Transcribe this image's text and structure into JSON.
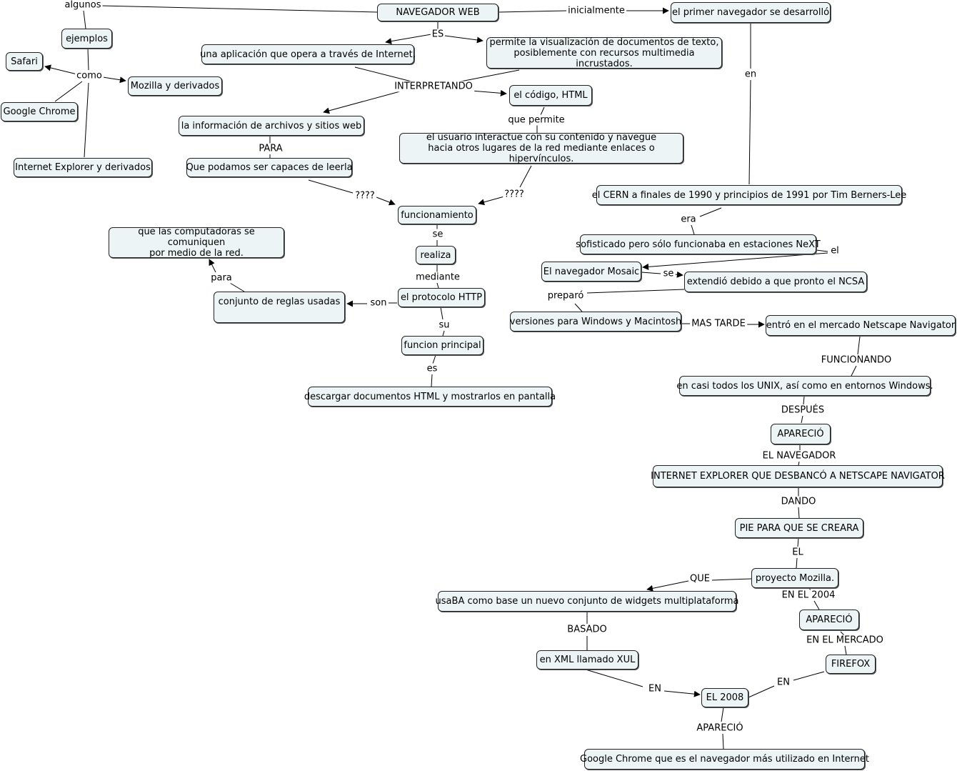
{
  "nodes": {
    "navegador": "NAVEGADOR WEB",
    "primer": "el primer navegador se desarrolló",
    "ejemplos": "ejemplos",
    "safari": "Safari",
    "mozilla": "Mozilla y derivados",
    "chrome": "Google Chrome",
    "ie": "Internet Explorer y derivados",
    "aplicacion": "una aplicación que opera a través de Internet,",
    "permite": "permite la visualización de documentos de texto,\nposiblemente con recursos multimedia incrustados.",
    "codigo": "el código, HTML",
    "informacion": "la información de archivos y sitios web",
    "usuario": "el usuario interactue con su contenido y navegue\nhacia otros lugares de la red mediante enlaces o hipervínculos.",
    "leerla": "Que podamos ser capaces de leerla",
    "funcionamiento": "funcionamiento",
    "computadoras": "que las computadoras se comuniquen\npor medio de la red.",
    "realiza": "realiza",
    "reglas": "conjunto de reglas usadas",
    "protocolo": "el protocolo HTTP",
    "funcion": "funcion principal",
    "descargar": "descargar documentos HTML y mostrarlos en pantalla",
    "cern": "el CERN a finales de 1990 y principios de 1991 por Tim Berners-Lee",
    "sofisticado": "sofisticado pero sólo funcionaba en estaciones NeXT",
    "mosaic": "El navegador Mosaic",
    "extendio": "extendió debido a que pronto el NCSA",
    "versiones": "versiones para Windows y Macintosh",
    "netscape": "entró en el mercado Netscape Navigator",
    "unix": "en casi todos los UNIX, así como en entornos Windows.",
    "aparecio1": "APARECIÓ",
    "iexplorer": "INTERNET EXPLORER QUE DESBANCÓ A NETSCAPE NAVIGATOR",
    "pie": "PIE PARA QUE SE CREARA",
    "proyecto": "proyecto Mozilla.",
    "widgets": "usaBA como base un nuevo conjunto de widgets multiplataforma",
    "aparecio2": "APARECIÓ",
    "xul": "en XML llamado XUL",
    "firefox": "FIREFOX",
    "el2008": "EL 2008",
    "chrome2": "Google Chrome que es el navegador más utilizado en Internet"
  },
  "labels": {
    "algunos": "algunos",
    "inicialmente": "inicialmente",
    "es": "ES",
    "como": "como",
    "en": "en",
    "interpretando": "INTERPRETANDO",
    "que_permite": "que permite",
    "para": "PARA",
    "q1": "????",
    "q2": "????",
    "era": "era",
    "se1": "se",
    "el_lbl": "el",
    "se2": "se",
    "para2": "para",
    "mediante": "mediante",
    "preparo": "preparó",
    "son": "son",
    "mas_tarde": "MAS TARDE",
    "su": "su",
    "funcionando": "FUNCIONANDO",
    "es2": "es",
    "despues": "DESPUÉS",
    "el_navegador": "EL NAVEGADOR",
    "dando": "DANDO",
    "el_caps": "EL",
    "que": "QUE",
    "en_2004": "EN EL 2004",
    "basado": "BASADO",
    "en_mercado": "EN EL MERCADO",
    "en_caps1": "EN",
    "en_caps2": "EN",
    "aparecio_lbl": "APARECIÓ"
  }
}
